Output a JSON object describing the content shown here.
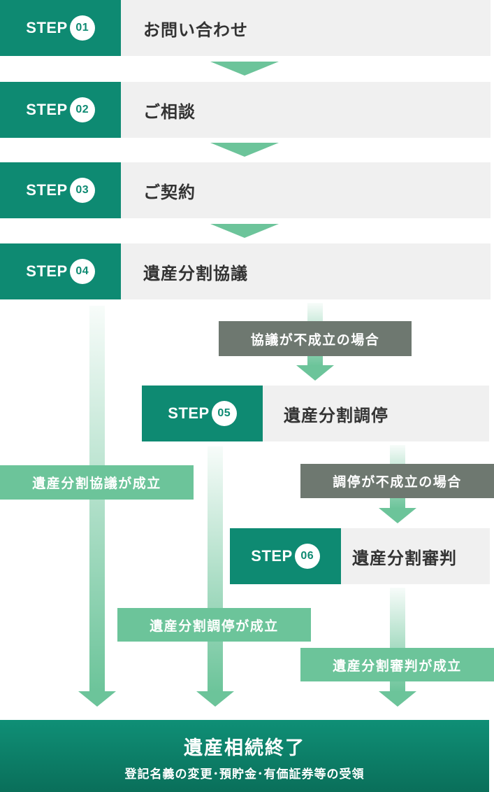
{
  "step_word": "STEP",
  "steps": [
    {
      "num": "01",
      "title": "お問い合わせ"
    },
    {
      "num": "02",
      "title": "ご相談"
    },
    {
      "num": "03",
      "title": "ご契約"
    },
    {
      "num": "04",
      "title": "遺産分割協議"
    },
    {
      "num": "05",
      "title": "遺産分割調停"
    },
    {
      "num": "06",
      "title": "遺産分割審判"
    }
  ],
  "branches": {
    "kyogi_failed": "協議が不成立の場合",
    "chotei_failed": "調停が不成立の場合",
    "kyogi_success": "遺産分割協議が成立",
    "chotei_success": "遺産分割調停が成立",
    "shinpan_success": "遺産分割審判が成立"
  },
  "final": {
    "title": "遺産相続終了",
    "subtitle": "登記名義の変更･預貯金･有価証券等の受領"
  },
  "colors": {
    "badge": "#0e8a72",
    "title_bg": "#f0f0f0",
    "arrow": "#6cc49a",
    "gray_label": "#6e7870"
  }
}
